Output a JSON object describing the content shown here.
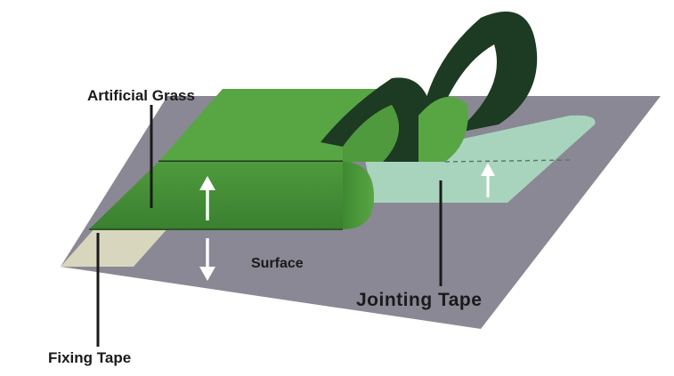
{
  "labels": {
    "artificial_grass": "Artificial Grass",
    "surface": "Surface",
    "jointing_tape": "Jointing Tape",
    "fixing_tape": "Fixing Tape"
  },
  "colors": {
    "surface": "#8a8894",
    "grass_top": "#4f9a3c",
    "grass_front": "#3f8a31",
    "grass_underside": "#1d3a22",
    "jointing_tape": "#a8d4bd",
    "fixing_tape": "#d8d7be",
    "arrow": "#ffffff",
    "leader": "#1a1a1a"
  }
}
